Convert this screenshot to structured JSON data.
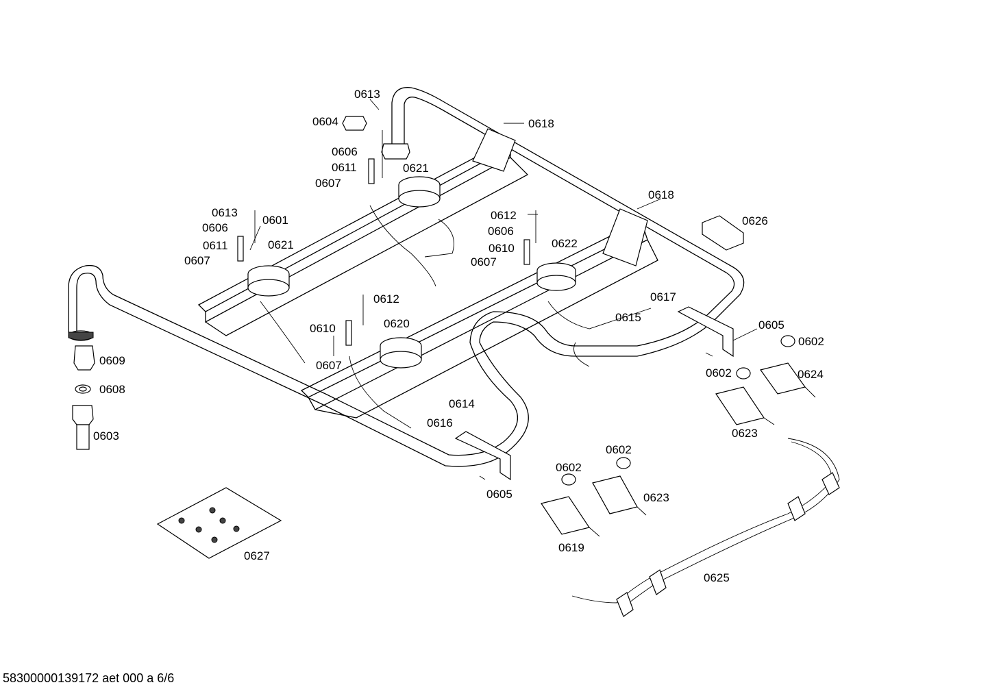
{
  "labels": [
    "0613",
    "0604",
    "0606",
    "0611",
    "0607",
    "0621",
    "0618",
    "0613",
    "0601",
    "0606",
    "0611",
    "0607",
    "0621",
    "0618",
    "0626",
    "0612",
    "0606",
    "0610",
    "0607",
    "0622",
    "0617",
    "0615",
    "0612",
    "0610",
    "0620",
    "0607",
    "0605",
    "0602",
    "0609",
    "0608",
    "0603",
    "0614",
    "0616",
    "0602",
    "0624",
    "0623",
    "0602",
    "0602",
    "0623",
    "0605",
    "0619",
    "0625",
    "0627"
  ],
  "footer": "58300000139172 aet 000 a 6/6"
}
